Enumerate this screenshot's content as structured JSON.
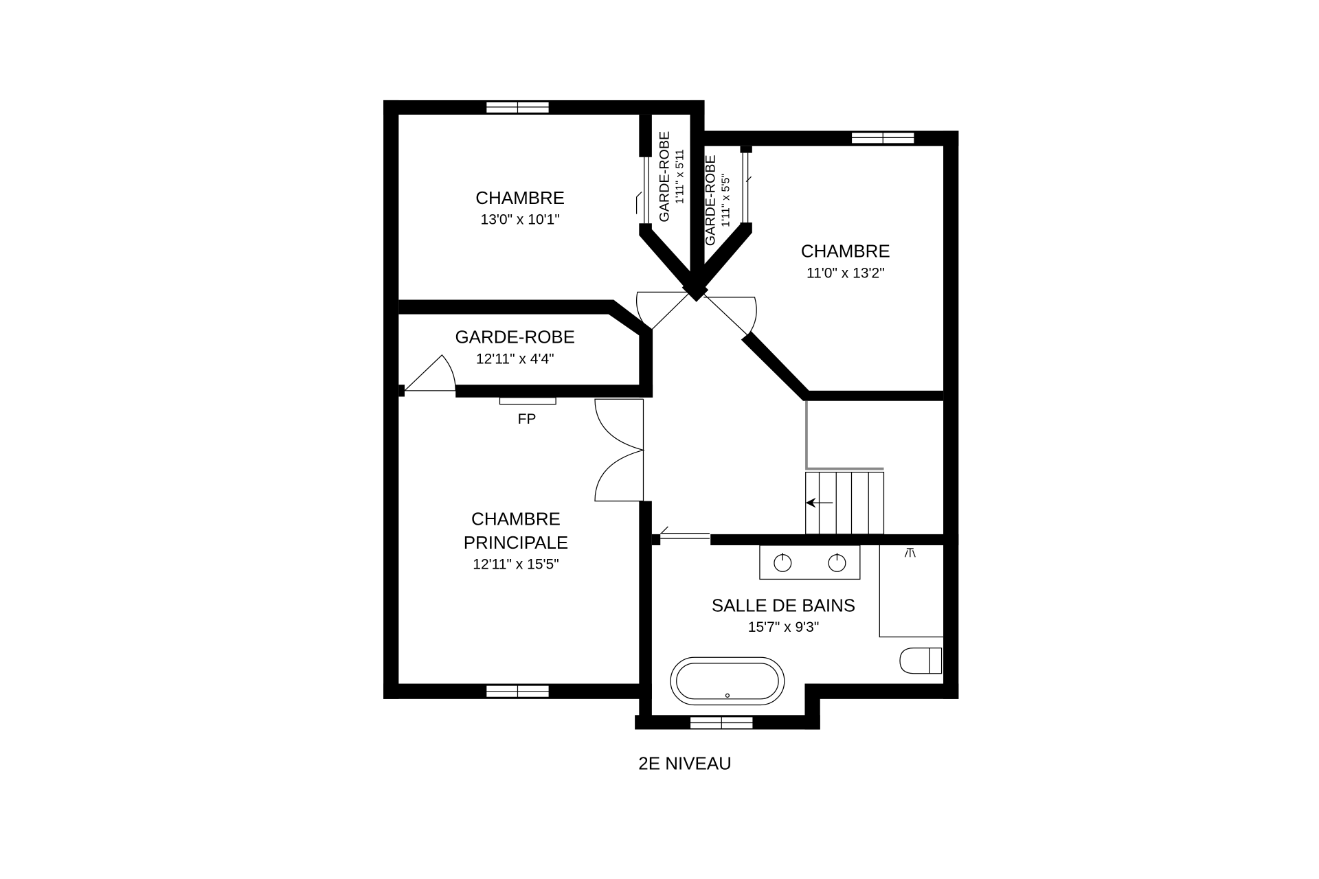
{
  "plan": {
    "level_title": "2E NIVEAU",
    "rooms": [
      {
        "name": "CHAMBRE",
        "size": "13'0\" x 10'1\""
      },
      {
        "name": "GARDE-ROBE",
        "size": "1'11\" x 5'11"
      },
      {
        "name": "GARDE-ROBE",
        "size": "1'11\" x 5'5\""
      },
      {
        "name": "CHAMBRE",
        "size": "11'0\" x 13'2\""
      },
      {
        "name": "GARDE-ROBE",
        "size": "12'11\" x 4'4\""
      },
      {
        "name_line1": "CHAMBRE",
        "name_line2": "PRINCIPALE",
        "size": "12'11\" x 15'5\""
      },
      {
        "name": "SALLE DE BAINS",
        "size": "15'7\" x 9'3\""
      }
    ],
    "fireplace_label": "FP",
    "colors": {
      "wall": "#000000",
      "railing": "#888888",
      "background": "#ffffff"
    }
  }
}
